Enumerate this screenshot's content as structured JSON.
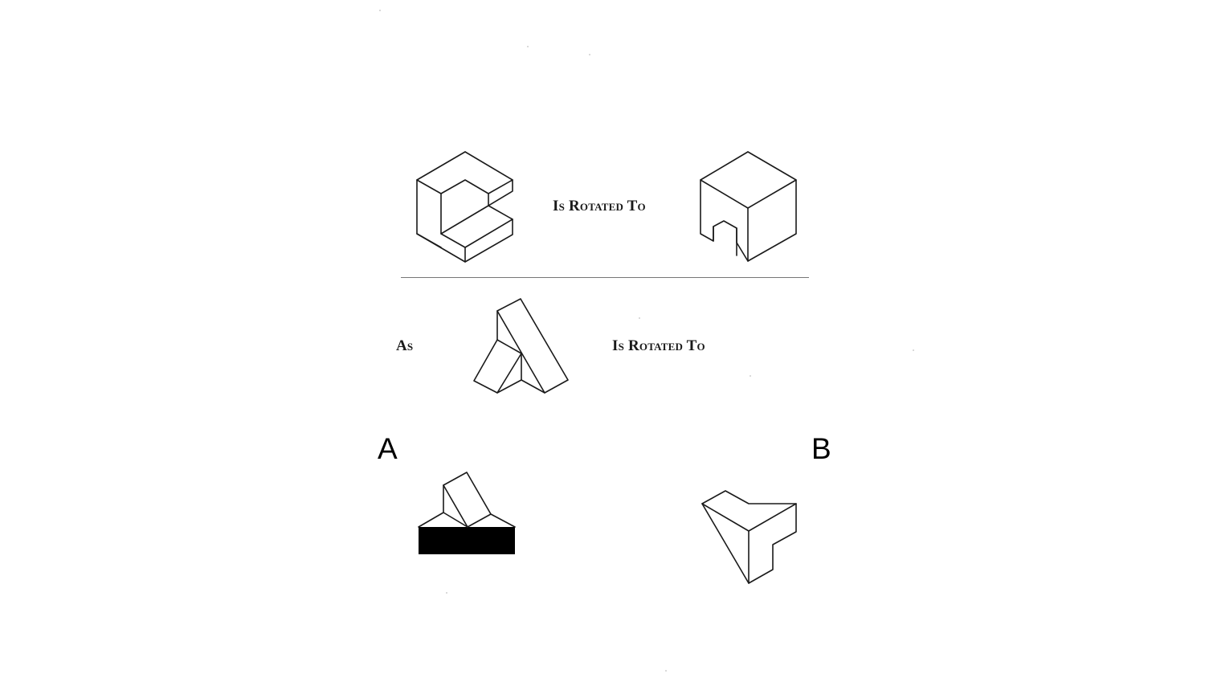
{
  "example_row": {
    "rotated_to_label": "Is Rotated To"
  },
  "question_row": {
    "as_label": "As",
    "rotated_to_label": "Is Rotated To"
  },
  "options": [
    {
      "letter": "A"
    },
    {
      "letter": "B"
    }
  ]
}
